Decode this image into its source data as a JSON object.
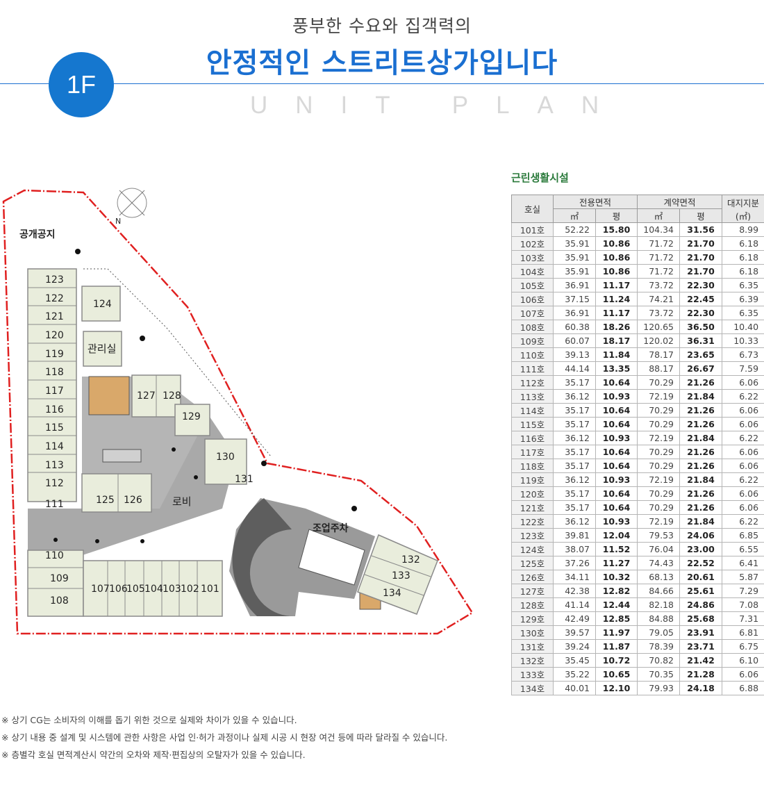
{
  "header": {
    "subtitle": "풍부한 수요와 집객력의",
    "title": "안정적인 스트리트상가입니다",
    "floor": "1F",
    "eng_label": "UNIT PLAN"
  },
  "plan": {
    "area_labels": {
      "public_space": "공개공지",
      "management": "관리실",
      "lobby": "로비",
      "loading_parking": "조업주차"
    },
    "compass_letter": "N",
    "units": [
      "123",
      "122",
      "121",
      "120",
      "119",
      "118",
      "117",
      "116",
      "115",
      "114",
      "113",
      "112",
      "111",
      "110",
      "109",
      "108",
      "107",
      "106",
      "105",
      "104",
      "103",
      "102",
      "101",
      "124",
      "127",
      "128",
      "129",
      "130",
      "131",
      "125",
      "126",
      "132",
      "133",
      "134"
    ]
  },
  "table": {
    "heading": "근린생활시설",
    "headers": {
      "unit": "호실",
      "exclusive": "전용면적",
      "contract": "계약면적",
      "land": "대지지분",
      "land_unit": "(㎡)",
      "sqm": "㎡",
      "pyeong": "평"
    },
    "rows": [
      [
        "101호",
        "52.22",
        "15.80",
        "104.34",
        "31.56",
        "8.99"
      ],
      [
        "102호",
        "35.91",
        "10.86",
        "71.72",
        "21.70",
        "6.18"
      ],
      [
        "103호",
        "35.91",
        "10.86",
        "71.72",
        "21.70",
        "6.18"
      ],
      [
        "104호",
        "35.91",
        "10.86",
        "71.72",
        "21.70",
        "6.18"
      ],
      [
        "105호",
        "36.91",
        "11.17",
        "73.72",
        "22.30",
        "6.35"
      ],
      [
        "106호",
        "37.15",
        "11.24",
        "74.21",
        "22.45",
        "6.39"
      ],
      [
        "107호",
        "36.91",
        "11.17",
        "73.72",
        "22.30",
        "6.35"
      ],
      [
        "108호",
        "60.38",
        "18.26",
        "120.65",
        "36.50",
        "10.40"
      ],
      [
        "109호",
        "60.07",
        "18.17",
        "120.02",
        "36.31",
        "10.33"
      ],
      [
        "110호",
        "39.13",
        "11.84",
        "78.17",
        "23.65",
        "6.73"
      ],
      [
        "111호",
        "44.14",
        "13.35",
        "88.17",
        "26.67",
        "7.59"
      ],
      [
        "112호",
        "35.17",
        "10.64",
        "70.29",
        "21.26",
        "6.06"
      ],
      [
        "113호",
        "36.12",
        "10.93",
        "72.19",
        "21.84",
        "6.22"
      ],
      [
        "114호",
        "35.17",
        "10.64",
        "70.29",
        "21.26",
        "6.06"
      ],
      [
        "115호",
        "35.17",
        "10.64",
        "70.29",
        "21.26",
        "6.06"
      ],
      [
        "116호",
        "36.12",
        "10.93",
        "72.19",
        "21.84",
        "6.22"
      ],
      [
        "117호",
        "35.17",
        "10.64",
        "70.29",
        "21.26",
        "6.06"
      ],
      [
        "118호",
        "35.17",
        "10.64",
        "70.29",
        "21.26",
        "6.06"
      ],
      [
        "119호",
        "36.12",
        "10.93",
        "72.19",
        "21.84",
        "6.22"
      ],
      [
        "120호",
        "35.17",
        "10.64",
        "70.29",
        "21.26",
        "6.06"
      ],
      [
        "121호",
        "35.17",
        "10.64",
        "70.29",
        "21.26",
        "6.06"
      ],
      [
        "122호",
        "36.12",
        "10.93",
        "72.19",
        "21.84",
        "6.22"
      ],
      [
        "123호",
        "39.81",
        "12.04",
        "79.53",
        "24.06",
        "6.85"
      ],
      [
        "124호",
        "38.07",
        "11.52",
        "76.04",
        "23.00",
        "6.55"
      ],
      [
        "125호",
        "37.26",
        "11.27",
        "74.43",
        "22.52",
        "6.41"
      ],
      [
        "126호",
        "34.11",
        "10.32",
        "68.13",
        "20.61",
        "5.87"
      ],
      [
        "127호",
        "42.38",
        "12.82",
        "84.66",
        "25.61",
        "7.29"
      ],
      [
        "128호",
        "41.14",
        "12.44",
        "82.18",
        "24.86",
        "7.08"
      ],
      [
        "129호",
        "42.49",
        "12.85",
        "84.88",
        "25.68",
        "7.31"
      ],
      [
        "130호",
        "39.57",
        "11.97",
        "79.05",
        "23.91",
        "6.81"
      ],
      [
        "131호",
        "39.24",
        "11.87",
        "78.39",
        "23.71",
        "6.75"
      ],
      [
        "132호",
        "35.45",
        "10.72",
        "70.82",
        "21.42",
        "6.10"
      ],
      [
        "133호",
        "35.22",
        "10.65",
        "70.35",
        "21.28",
        "6.06"
      ],
      [
        "134호",
        "40.01",
        "12.10",
        "79.93",
        "24.18",
        "6.88"
      ]
    ]
  },
  "notes": [
    "※ 상기 CG는 소비자의 이해를 돕기 위한 것으로 실제와 차이가 있을 수 있습니다.",
    "※ 상기 내용 중 설계 및 시스템에 관한 사항은 사업 인·허가 과정이나 실제 시공 시 현장 여건 등에 따라 달라질 수 있습니다.",
    "※ 층별각 호실 면적계산시 약간의 오차와 제작·편집상의 오탈자가 있을 수 있습니다."
  ],
  "colors": {
    "title_blue": "#1a6fd1",
    "badge_blue": "#1577cf",
    "heading_green": "#2a7a3b",
    "unit_fill": "#e9eddc",
    "lobby_gray": "#a9a9a9",
    "boundary_red": "#e02020",
    "stair_orange": "#d9a86a"
  }
}
